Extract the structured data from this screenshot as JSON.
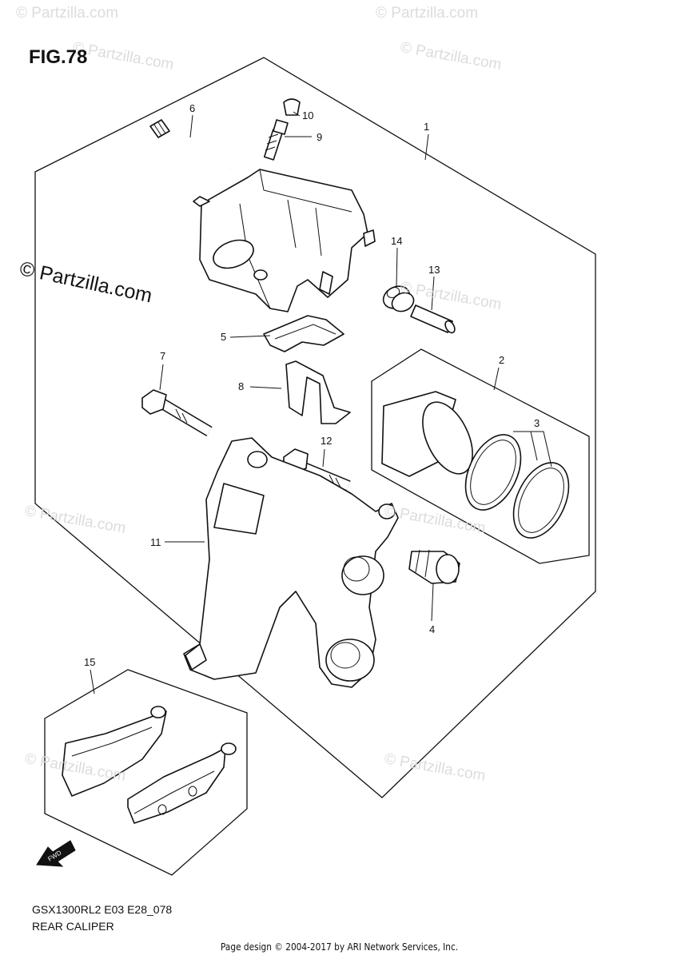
{
  "figure": {
    "title": "FIG.78",
    "code": "GSX1300RL2 E03 E28_078",
    "caption": "REAR CALIPER"
  },
  "callouts": [
    "1",
    "2",
    "3",
    "4",
    "5",
    "6",
    "7",
    "8",
    "9",
    "10",
    "11",
    "12",
    "13",
    "14",
    "15"
  ],
  "watermark": {
    "small": "© Partzilla.com",
    "large": "© Partzilla.com"
  },
  "fwd_label": "FWD",
  "footer": "Page design © 2004-2017 by ARI Network Services, Inc."
}
